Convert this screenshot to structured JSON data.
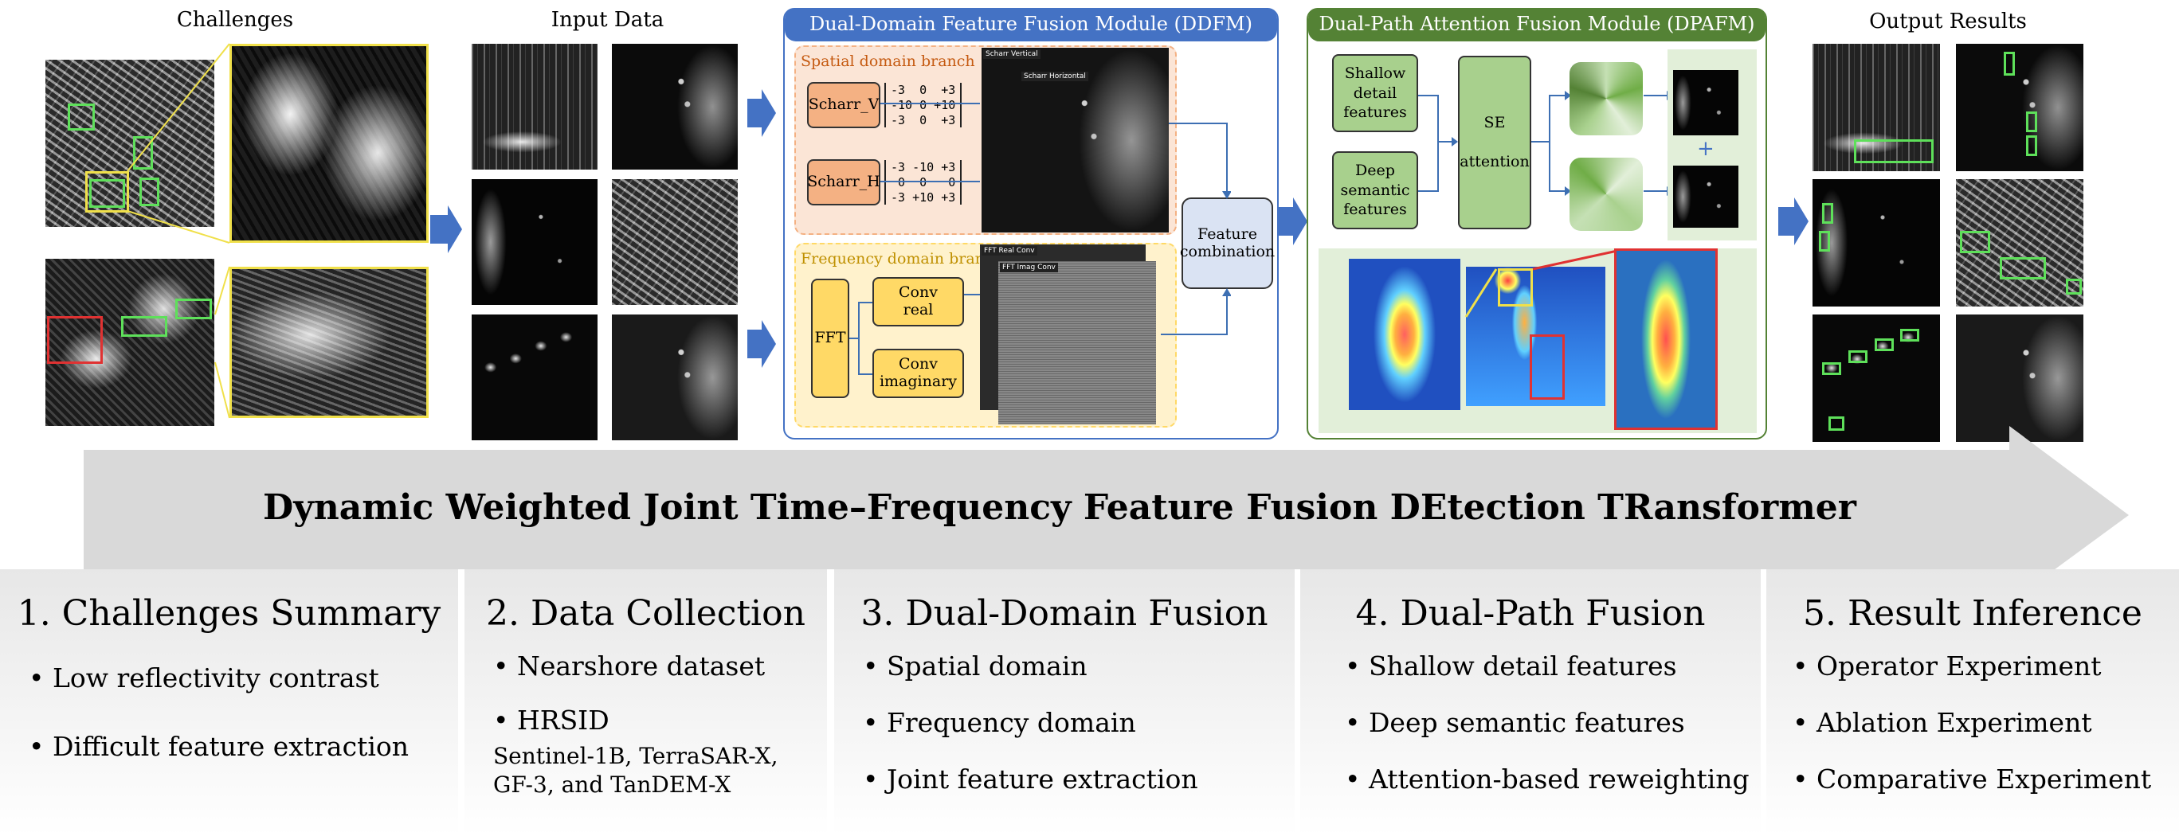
{
  "sections": {
    "challenges": "Challenges",
    "input_data": "Input Data",
    "output_results": "Output Results"
  },
  "ddfm": {
    "title": "Dual-Domain Feature Fusion Module (DDFM)",
    "spatial_branch": "Spatial domain branch",
    "scharr_v": "Scharr_V",
    "scharr_h": "Scharr_H",
    "matrix_v": "-3  0  +3\n-10 0 +10\n-3  0  +3",
    "matrix_h": "-3 -10 +3\n 0  0   0\n-3 +10 +3",
    "label_scharr_vertical": "Scharr Vertical",
    "label_scharr_horizontal": "Scharr Horizontal",
    "frequency_branch": "Frequency domain branch",
    "fft": "FFT",
    "conv_real": "Conv\nreal",
    "conv_imaginary": "Conv\nimaginary",
    "label_fft_real": "FFT Real Conv",
    "label_fft_imag": "FFT Imag Conv",
    "feature_combination": "Feature\ncombination"
  },
  "dpafm": {
    "title": "Dual-Path Attention Fusion Module (DPAFM)",
    "shallow": "Shallow\ndetail\nfeatures",
    "deep": "Deep\nsemantic\nfeatures",
    "se": "SE\n\nattention",
    "plus": "+"
  },
  "banner": "Dynamic Weighted Joint Time–Frequency Feature Fusion DEtection TRansformer",
  "columns": [
    {
      "title": "1. Challenges Summary",
      "bullets": [
        "• Low reflectivity contrast",
        "• Difficult  feature extraction"
      ]
    },
    {
      "title": "2. Data Collection",
      "bullets": [
        "• Nearshore dataset",
        "• HRSID"
      ],
      "sub": "Sentinel-1B, TerraSAR-X,\nGF-3, and TanDEM-X"
    },
    {
      "title": "3. Dual-Domain Fusion",
      "bullets": [
        "• Spatial domain",
        "• Frequency domain",
        "• Joint feature extraction"
      ]
    },
    {
      "title": "4. Dual-Path Fusion",
      "bullets": [
        "• Shallow detail features",
        "• Deep semantic features",
        "• Attention-based reweighting"
      ]
    },
    {
      "title": "5. Result Inference",
      "bullets": [
        "• Operator Experiment",
        "• Ablation Experiment",
        "• Comparative Experiment"
      ]
    }
  ],
  "colors": {
    "ddfm_header": "#4472c4",
    "dpafm_header": "#548235",
    "spatial_fill": "#fbe5d6",
    "spatial_op": "#f4b183",
    "freq_fill": "#fff2cc",
    "freq_op": "#ffd966",
    "combination": "#dae3f3",
    "green_feature": "#a8d08d",
    "arrow": "#4472c4",
    "banner": "#d9d9d9"
  }
}
